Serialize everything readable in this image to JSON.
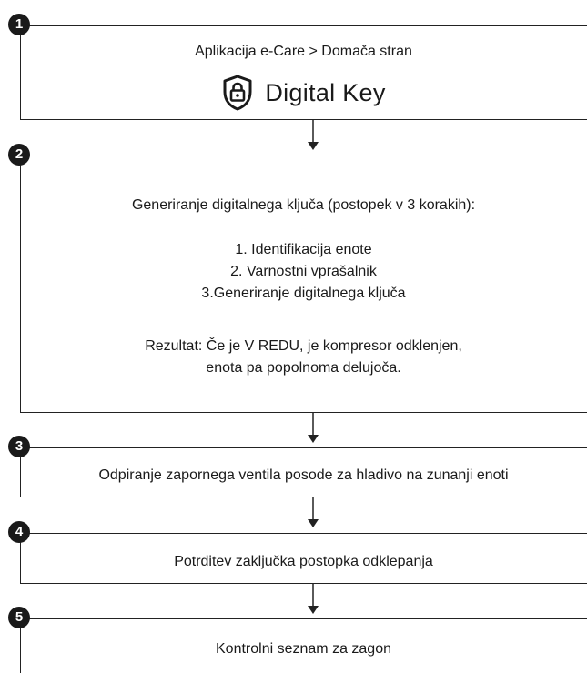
{
  "steps": [
    {
      "number": "1",
      "title": "Aplikacija e-Care > Domača stran",
      "key_label": "Digital Key",
      "key_icon": "lock-shield-icon"
    },
    {
      "number": "2",
      "title": "Generiranje digitalnega ključa (postopek v 3 korakih):",
      "items": [
        "1. Identifikacija enote",
        "2. Varnostni vprašalnik",
        "3.Generiranje digitalnega ključa"
      ],
      "result_line1": "Rezultat: Če je V REDU, je kompresor odklenjen,",
      "result_line2": "enota pa popolnoma delujoča."
    },
    {
      "number": "3",
      "title": "Odpiranje zapornega ventila posode za hladivo na zunanji enoti"
    },
    {
      "number": "4",
      "title": "Potrditev zaključka postopka odklepanja"
    },
    {
      "number": "5",
      "title": "Kontrolni seznam za zagon"
    }
  ],
  "colors": {
    "line": "#222222",
    "badge": "#1a1a1a",
    "text": "#1a1a1a"
  }
}
